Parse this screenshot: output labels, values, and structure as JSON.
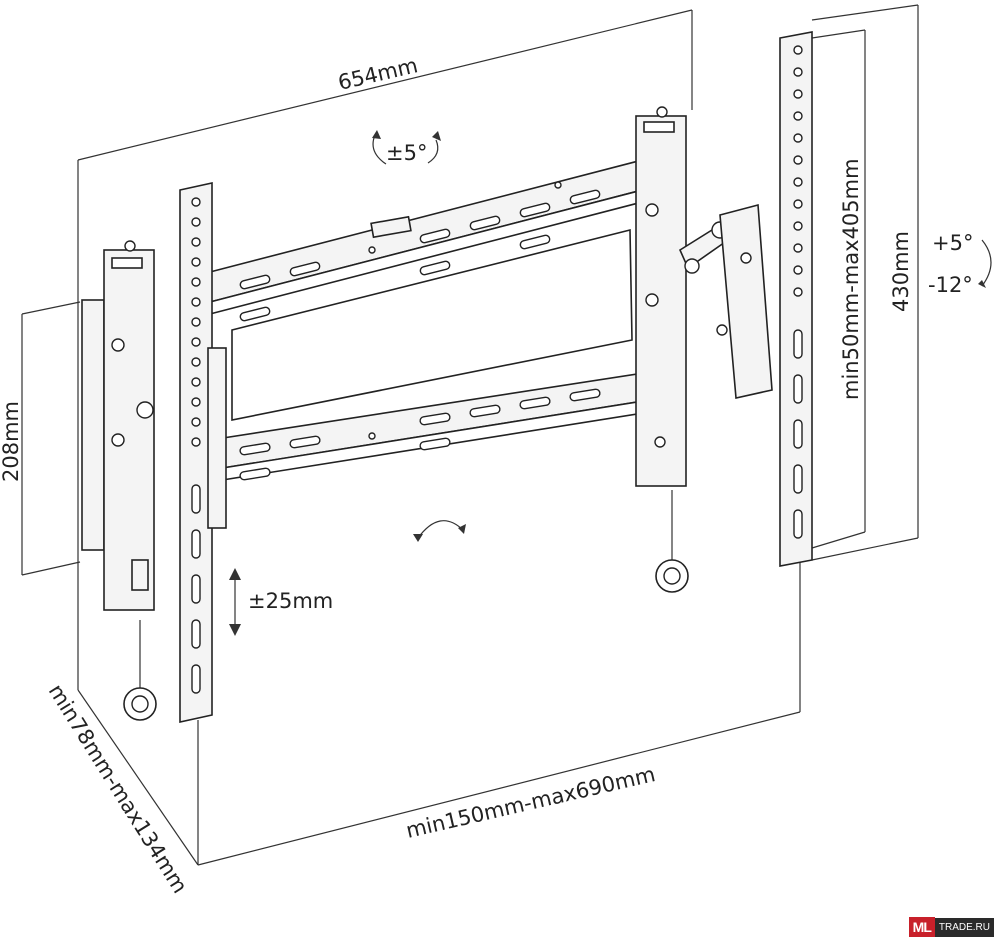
{
  "dimensions": {
    "width_total": "654mm",
    "height_total": "430mm",
    "vertical_spacing": "min50mm-max405mm",
    "horizontal_spacing": "min150mm-max690mm",
    "depth": "min78mm-max134mm",
    "wall_plate_height": "208mm",
    "lateral_shift": "±25mm",
    "rotation": "±5°",
    "tilt_up": "+5°",
    "tilt_down": "-12°"
  },
  "watermark": {
    "brand": "ML",
    "site": "TRADE.RU"
  }
}
